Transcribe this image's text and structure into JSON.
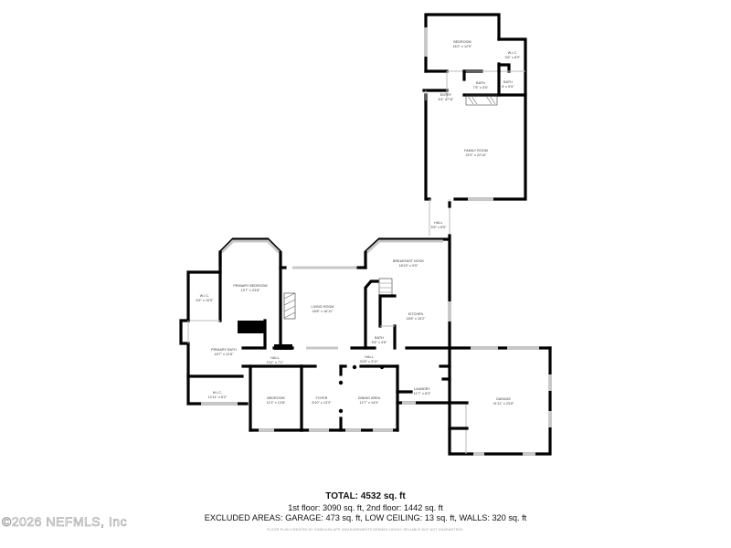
{
  "floorplan": {
    "second_floor_rooms": [
      {
        "name": "BEDROOM",
        "dims": "16'2\" x 12'5\""
      },
      {
        "name": "W.I.C.",
        "dims": "5'6\" x 8'9\""
      },
      {
        "name": "BATH",
        "dims": "7'5\" x 5'5\""
      },
      {
        "name": "BATH",
        "dims": "5' x 5'5\""
      },
      {
        "name": "ENTRY",
        "dims": "6'4\" x 7'8\""
      },
      {
        "name": "FAMILY ROOM",
        "dims": "22'9\" x 22'10\""
      },
      {
        "name": "HALL",
        "dims": "5'5\" x 8'5\""
      }
    ],
    "first_floor_rooms": [
      {
        "name": "PRIMARY BEDROOM",
        "dims": "13'7\" x 23'8\""
      },
      {
        "name": "W.I.C.",
        "dims": "6'6\" x 10'5\""
      },
      {
        "name": "LIVING ROOM",
        "dims": "18'8\" x 16'11\""
      },
      {
        "name": "BREAKFAST NOOK",
        "dims": "18'10\" x 9'5\""
      },
      {
        "name": "KITCHEN",
        "dims": "18'6\" x 15'2\""
      },
      {
        "name": "BATH",
        "dims": "5'6\" x 4'8\""
      },
      {
        "name": "PRIMARY BATH",
        "dims": "18'7\" x 12'8\""
      },
      {
        "name": "HALL",
        "dims": "3'11\" x 7'1\""
      },
      {
        "name": "W.I.C.",
        "dims": "12'11\" x 6'2\""
      },
      {
        "name": "BEDROOM",
        "dims": "11'3\" x 13'8\""
      },
      {
        "name": "HALL",
        "dims": "33'8\" x 3'11\""
      },
      {
        "name": "FOYER",
        "dims": "8'10\" x 13'3\""
      },
      {
        "name": "DINING AREA",
        "dims": "12'7\" x 14'0\""
      },
      {
        "name": "LAUNDRY",
        "dims": "11'7\" x 8'3\""
      },
      {
        "name": "GARAGE",
        "dims": "21'11\" x 23'8\""
      }
    ]
  },
  "summary": {
    "total": "TOTAL: 4532 sq. ft",
    "floors": "1st floor: 3090 sq. ft, 2nd floor: 1442 sq. ft",
    "excluded": "EXCLUDED AREAS: GARAGE: 473 sq. ft, LOW CEILING: 13 sq. ft, WALLS: 320 sq. ft",
    "disclaimer": "FLOOR PLAN CREATED BY CUBICASA APP. MEASUREMENTS DEEMED HIGHLY RELIABLE BUT NOT GUARANTEED."
  },
  "watermark": "©2026 NEFMLS, Inc"
}
